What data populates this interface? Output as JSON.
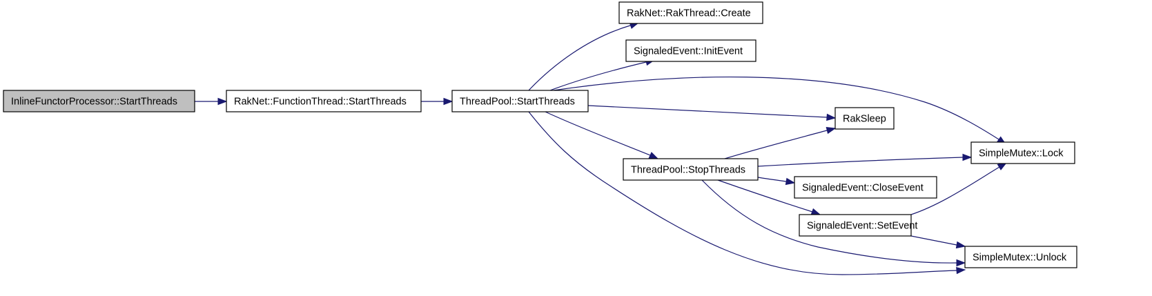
{
  "graph": {
    "colors": {
      "edge": "#191970",
      "node_border": "#000000",
      "node_fill": "#ffffff",
      "root_fill": "#bfbfbf"
    },
    "nodes": [
      {
        "id": "ifp_start",
        "label": "InlineFunctorProcessor::StartThreads",
        "root": true
      },
      {
        "id": "ft_start",
        "label": "RakNet::FunctionThread::StartThreads"
      },
      {
        "id": "tp_start",
        "label": "ThreadPool::StartThreads"
      },
      {
        "id": "rt_create",
        "label": "RakNet::RakThread::Create"
      },
      {
        "id": "se_init",
        "label": "SignaledEvent::InitEvent"
      },
      {
        "id": "raksleep",
        "label": "RakSleep"
      },
      {
        "id": "tp_stop",
        "label": "ThreadPool::StopThreads"
      },
      {
        "id": "sm_lock",
        "label": "SimpleMutex::Lock"
      },
      {
        "id": "se_close",
        "label": "SignaledEvent::CloseEvent"
      },
      {
        "id": "se_set",
        "label": "SignaledEvent::SetEvent"
      },
      {
        "id": "sm_unlock",
        "label": "SimpleMutex::Unlock"
      }
    ],
    "edges": [
      {
        "from": "ifp_start",
        "to": "ft_start"
      },
      {
        "from": "ft_start",
        "to": "tp_start"
      },
      {
        "from": "tp_start",
        "to": "rt_create"
      },
      {
        "from": "tp_start",
        "to": "se_init"
      },
      {
        "from": "tp_start",
        "to": "sm_lock"
      },
      {
        "from": "tp_start",
        "to": "raksleep"
      },
      {
        "from": "tp_start",
        "to": "tp_stop"
      },
      {
        "from": "tp_start",
        "to": "sm_unlock"
      },
      {
        "from": "tp_stop",
        "to": "raksleep"
      },
      {
        "from": "tp_stop",
        "to": "sm_lock"
      },
      {
        "from": "tp_stop",
        "to": "se_close"
      },
      {
        "from": "tp_stop",
        "to": "se_set"
      },
      {
        "from": "tp_stop",
        "to": "sm_unlock"
      },
      {
        "from": "se_set",
        "to": "sm_lock"
      },
      {
        "from": "se_set",
        "to": "sm_unlock"
      }
    ]
  }
}
